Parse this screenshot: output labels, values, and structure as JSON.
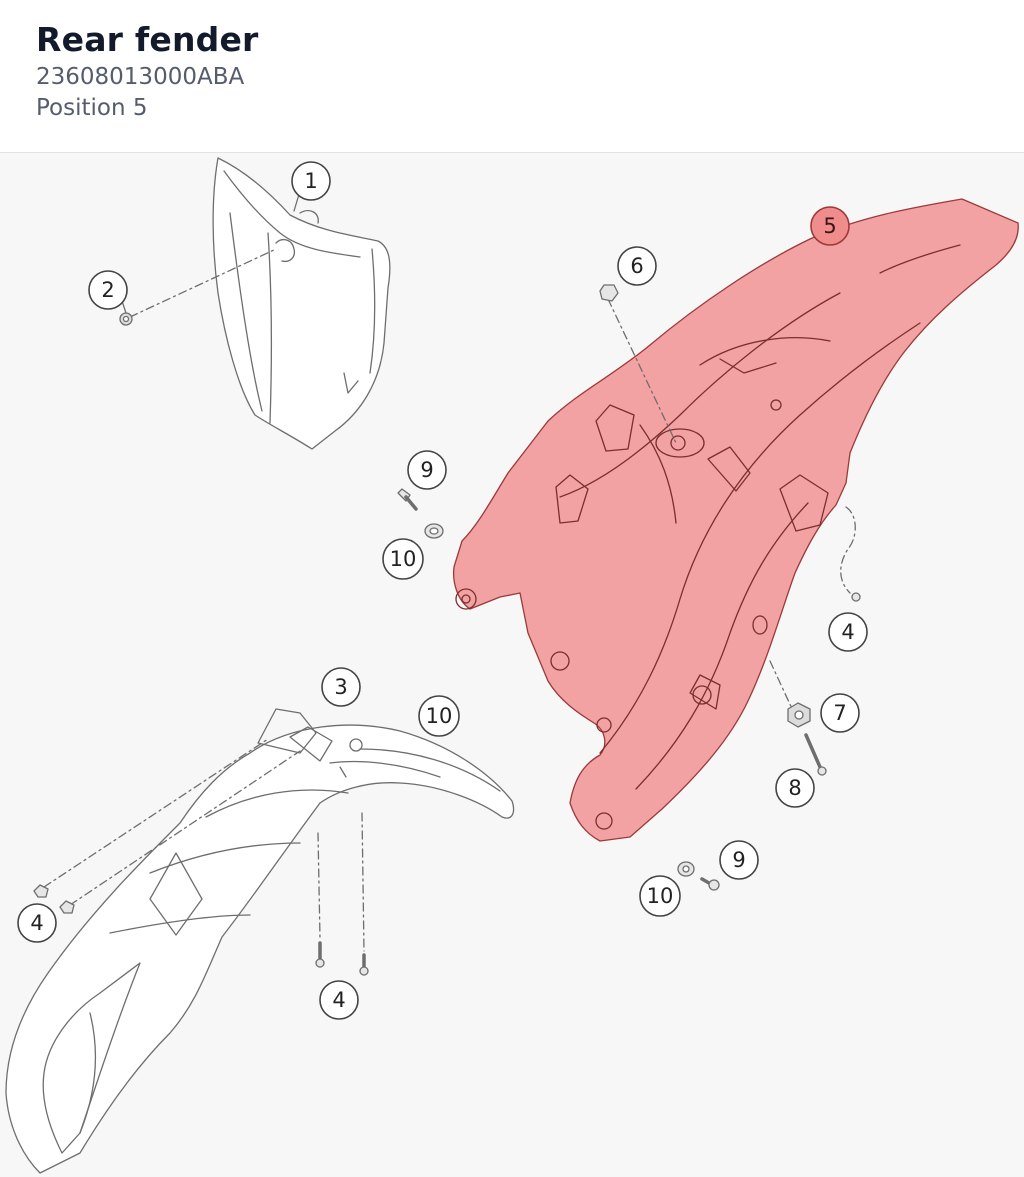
{
  "header": {
    "title": "Rear fender",
    "part_number": "23608013000ABA",
    "position_label": "Position 5"
  },
  "diagram": {
    "highlight_color": "#f08c8c",
    "highlight_stroke": "#9b3a3a",
    "line_color": "#6e6e6e",
    "selected_callout": "5",
    "callouts": {
      "c1": "1",
      "c2": "2",
      "c3": "3",
      "c4a": "4",
      "c4b": "4",
      "c4c": "4",
      "c5": "5",
      "c6": "6",
      "c7": "7",
      "c8": "8",
      "c9a": "9",
      "c9b": "9",
      "c10a": "10",
      "c10b": "10",
      "c10c": "10"
    }
  }
}
